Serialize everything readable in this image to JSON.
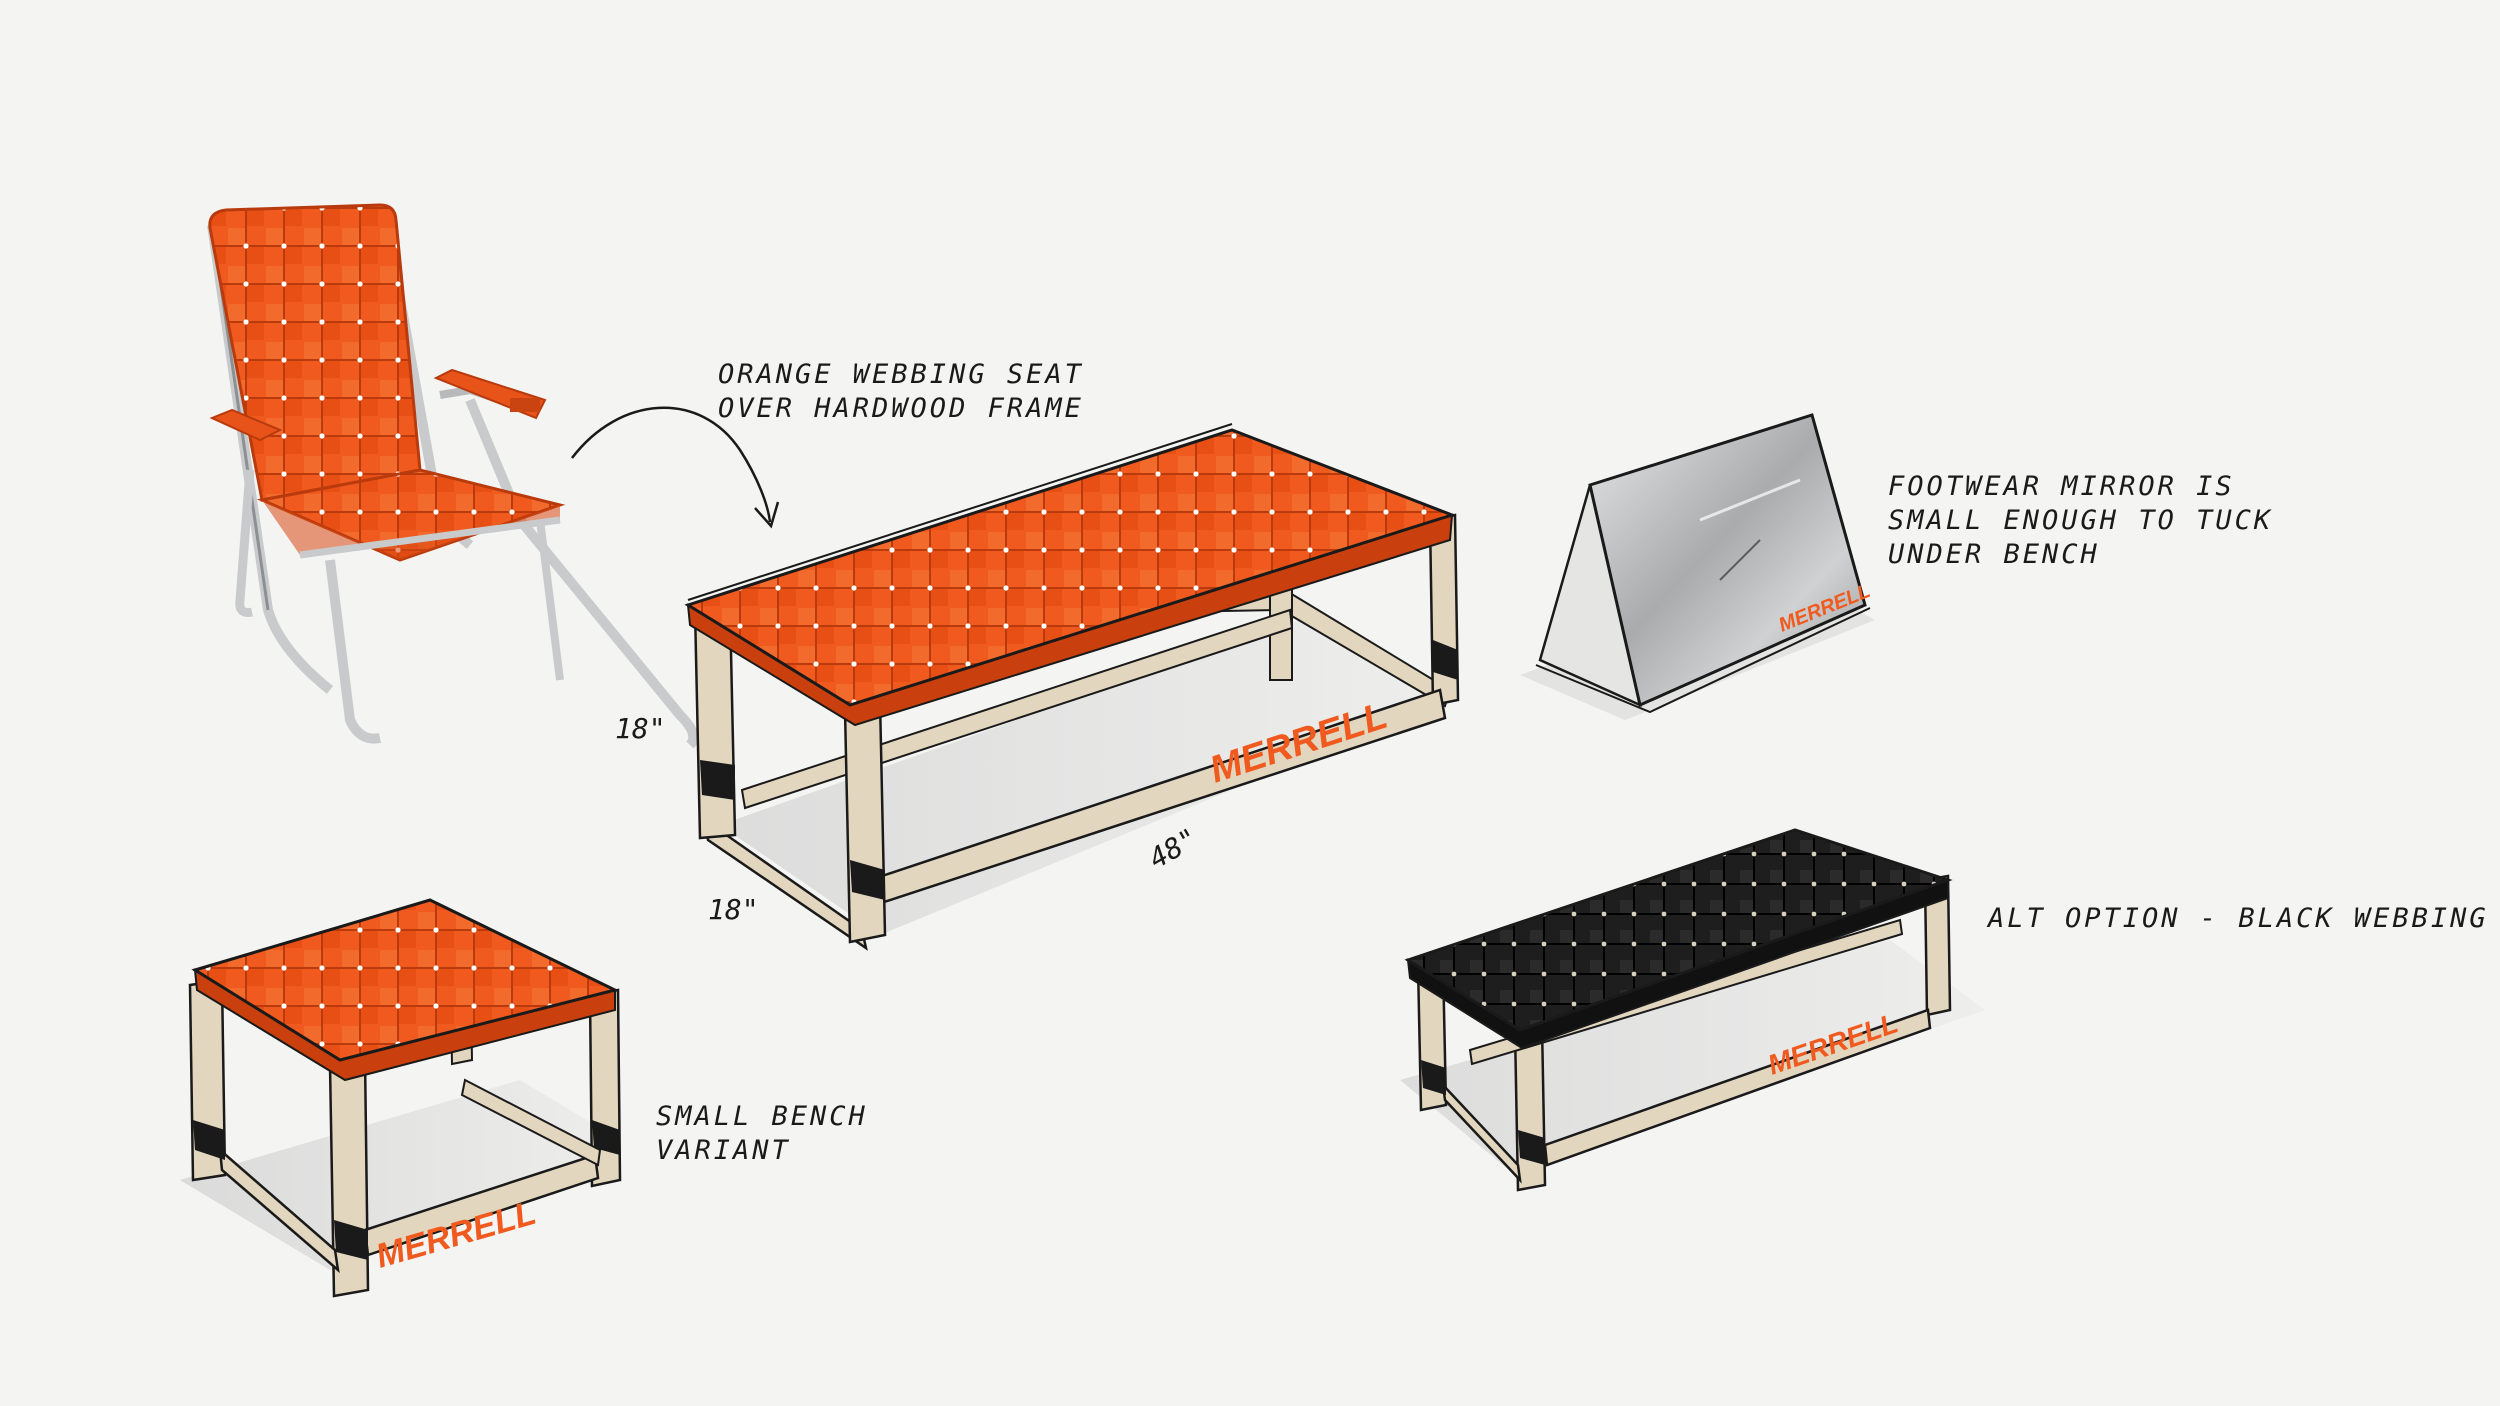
{
  "annotations": {
    "seat_note": "ORANGE WEBBING SEAT\nOVER HARDWOOD FRAME",
    "mirror_note": "FOOTWEAR MIRROR IS\nSMALL ENOUGH TO TUCK\nUNDER BENCH",
    "small_bench_note": "SMALL BENCH\nVARIANT",
    "alt_note": "ALT OPTION - BLACK WEBBING"
  },
  "dimensions": {
    "height": "18\"",
    "depth": "18\"",
    "length": "48\""
  },
  "brand": {
    "logo_text": "MERRELL"
  },
  "colors": {
    "orange_webbing": "#f05a1e",
    "orange_dark": "#c9400e",
    "black_webbing": "#1e1e1e",
    "hardwood_frame": "#e2d6bf",
    "frame_line": "#1a1a1a",
    "background": "#f4f4f3",
    "aluminum": "#c8cacc",
    "mirror_glass": "#b9bbbd"
  },
  "icons": {
    "chair": "lawn-chair-illustration",
    "main_bench": "orange-bench-illustration",
    "small_bench": "small-bench-illustration",
    "black_bench": "black-bench-illustration",
    "mirror": "footwear-mirror-illustration",
    "arrow": "curved-arrow"
  }
}
